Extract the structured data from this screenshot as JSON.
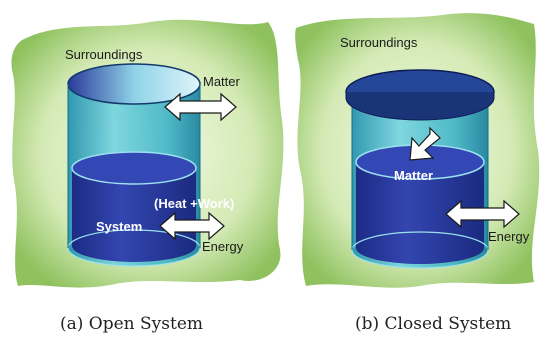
{
  "panels": [
    {
      "surroundings": "Surroundings",
      "matter": "Matter",
      "system": "System",
      "heat_work": "(Heat +Work)",
      "energy": "Energy",
      "caption": "(a) Open System"
    },
    {
      "surroundings": "Surroundings",
      "matter": "Matter",
      "energy": "Energy",
      "caption": "(b) Closed System"
    }
  ],
  "colors": {
    "surroundings_fill": "#b8d98a",
    "system_blue": "#2a3d9c",
    "cylinder_cyan": "#5cc7d4",
    "lid_blue": "#24479a",
    "arrow_white": "#ffffff"
  }
}
